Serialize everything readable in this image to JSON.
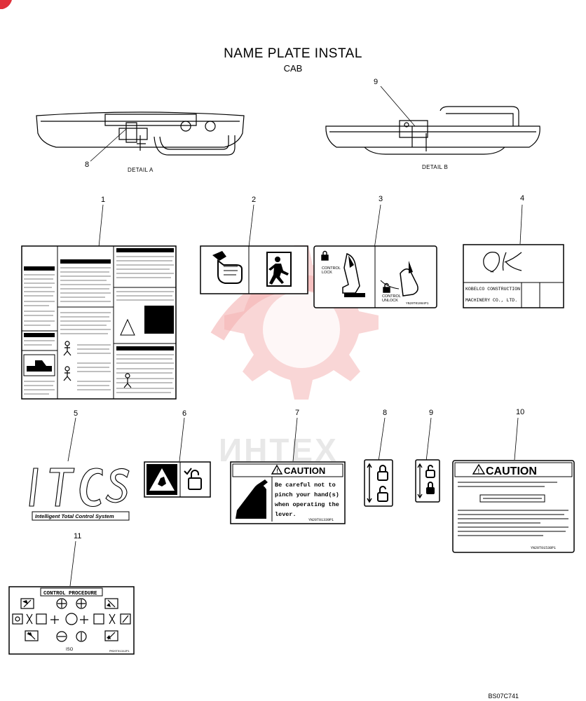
{
  "header": {
    "title": "NAME PLATE INSTAL",
    "subtitle": "CAB"
  },
  "details": {
    "a_label": "DETAIL A",
    "b_label": "DETAIL B"
  },
  "callouts": [
    "1",
    "2",
    "3",
    "4",
    "5",
    "6",
    "7",
    "8",
    "9",
    "10",
    "11",
    "8",
    "9"
  ],
  "plates": {
    "p3": {
      "lock_text": "CONTROL\nLOCK",
      "unlock_text": "CONTROL\nUNLOCK",
      "code": "YN20T01084P1"
    },
    "p4": {
      "script": "OK",
      "maker": "KOBELCO CONSTRUCTION\nMACHINERY CO., LTD."
    },
    "p5": {
      "letters": "ITCS",
      "tagline": "Intelligent Total Control System"
    },
    "p7": {
      "heading": "CAUTION",
      "body": "Be careful not to pinch your hand(s) when operating the lever.",
      "code": "YN20T01339P1"
    },
    "p10": {
      "heading": "CAUTION",
      "code": "YN20T01538P1"
    },
    "p11": {
      "heading": "CONTROL PROCEDURE",
      "footer": "ISO"
    }
  },
  "watermark": "ИНТЕХ",
  "doc_id": "BS07C741",
  "colors": {
    "ink": "#000000",
    "watermark": "#f2b8b8",
    "corner": "#e0303a"
  }
}
